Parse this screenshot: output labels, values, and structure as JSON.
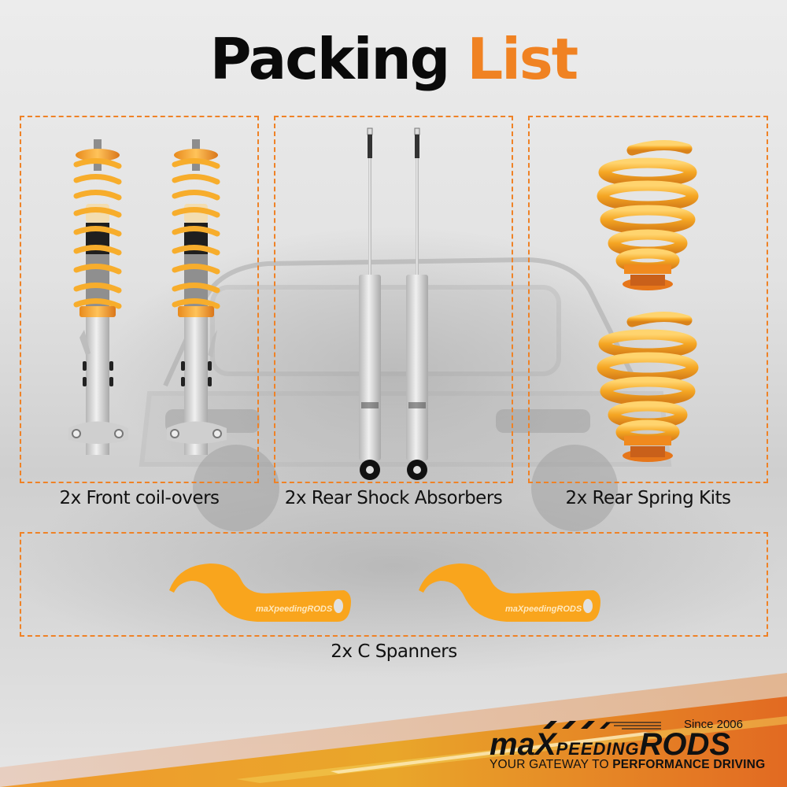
{
  "header": {
    "title_part1": "Packing",
    "title_part2": "List",
    "title_color_primary": "#0a0a0a",
    "title_color_accent": "#f08222"
  },
  "theme": {
    "accent": "#ef8226",
    "spring_orange": "#f7a928",
    "silver": "#c9c9c9"
  },
  "items": [
    {
      "quantity": "2x",
      "label": "2x Front coil-overs",
      "image": "front-coilover-pair"
    },
    {
      "quantity": "2x",
      "label": "2x Rear Shock Absorbers",
      "image": "rear-shock-pair"
    },
    {
      "quantity": "2x",
      "label": "2x Rear Spring Kits",
      "image": "rear-spring-pair"
    },
    {
      "quantity": "2x",
      "label": "2x C Spanners",
      "image": "c-spanner-pair"
    }
  ],
  "spanner_engraving": "maXpeedingRODS",
  "footer": {
    "since": "Since 2006",
    "brand_prefix": "maX",
    "brand_middle": "PEEDING",
    "brand_suffix": "RODS",
    "tagline_light": "YOUR GATEWAY TO ",
    "tagline_bold": "PERFORMANCE DRIVING"
  }
}
